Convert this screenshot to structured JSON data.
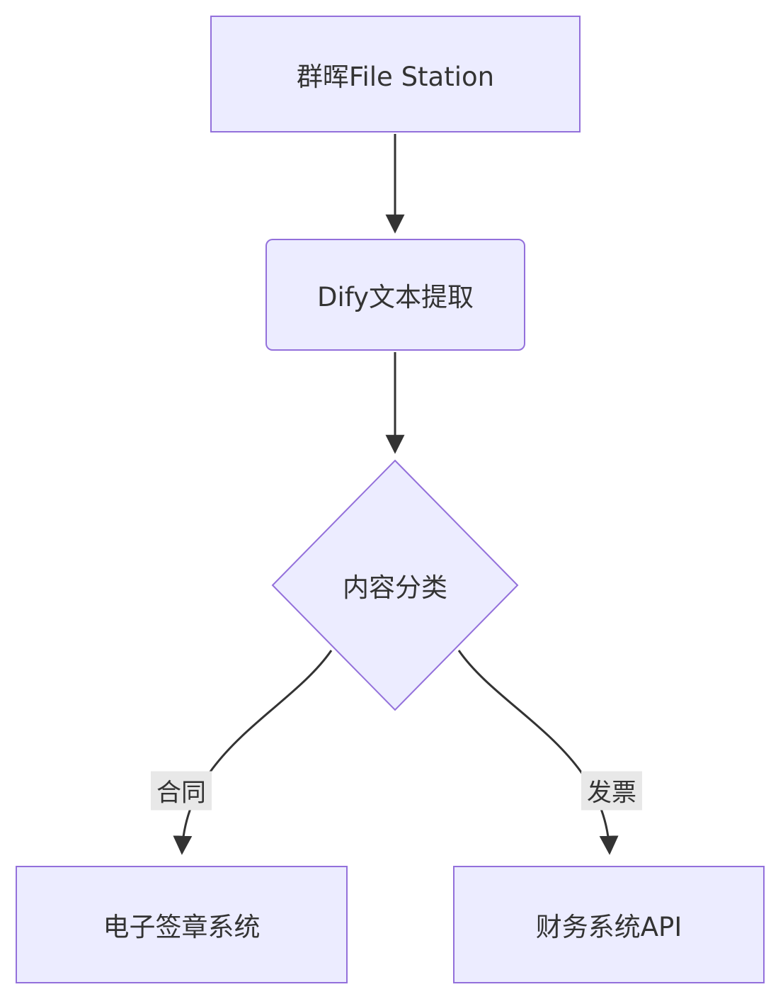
{
  "diagram": {
    "type": "flowchart",
    "direction": "top-down",
    "nodes": {
      "file_station": {
        "label": "群晖File Station",
        "shape": "rectangle"
      },
      "dify_extract": {
        "label": "Dify文本提取",
        "shape": "rounded-rectangle"
      },
      "classify": {
        "label": "内容分类",
        "shape": "diamond"
      },
      "esign": {
        "label": "电子签章系统",
        "shape": "rectangle"
      },
      "finance": {
        "label": "财务系统API",
        "shape": "rectangle"
      }
    },
    "edges": [
      {
        "from": "file_station",
        "to": "dify_extract",
        "label": ""
      },
      {
        "from": "dify_extract",
        "to": "classify",
        "label": ""
      },
      {
        "from": "classify",
        "to": "esign",
        "label": "合同"
      },
      {
        "from": "classify",
        "to": "finance",
        "label": "发票"
      }
    ],
    "edge_labels": {
      "contract": "合同",
      "invoice": "发票"
    },
    "colors": {
      "node_fill": "#ECECFF",
      "node_border": "#9370DB",
      "edge_stroke": "#333333",
      "text": "#333333",
      "edge_label_bg": "#e8e8e8",
      "background": "#ffffff"
    }
  }
}
